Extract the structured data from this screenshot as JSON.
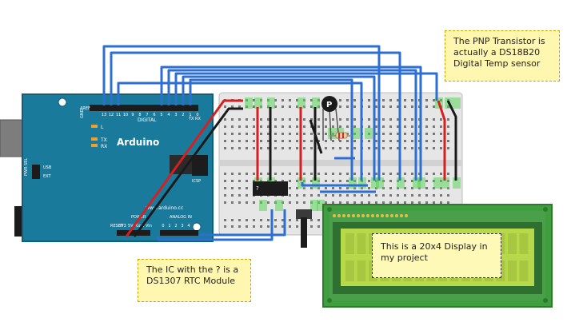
{
  "arduino": {
    "brand": "Arduino",
    "website": "www.arduino.cc",
    "header_labels": {
      "digital": "DIGITAL",
      "aref": "AREF",
      "gnd": "GND",
      "analog_in": "ANALOG IN",
      "power": "POWER",
      "icsp": "ICSP",
      "tx_pin": "TX",
      "rx_pin": "RX",
      "reset": "RESET",
      "v33": "3V3",
      "v5": "5V",
      "gnd_power": "Gnd",
      "vin": "Vin"
    },
    "leds": {
      "l": "L",
      "tx": "TX",
      "rx": "RX"
    },
    "switch_labels": {
      "pwr_sel": "PWR SEL",
      "usb": "USB",
      "ext": "EXT"
    },
    "digital_pins": [
      "13",
      "12",
      "11",
      "10",
      "9",
      "8",
      "7",
      "6",
      "5",
      "4",
      "3",
      "2",
      "1",
      "0"
    ],
    "analog_pins": [
      "0",
      "1",
      "2",
      "3",
      "4",
      "5"
    ]
  },
  "components": {
    "rtc_chip_marking": "?",
    "sensor_marking": "P"
  },
  "notes": {
    "sensor": "The PNP Transistor is actually a DS18B20 Digital Temp sensor",
    "rtc": "The IC with the ? is a DS1307 RTC Module",
    "lcd": "This is a 20x4 Display in my project"
  },
  "colors": {
    "board": "#1a7a9c",
    "wire_blue": "#2d6fd0",
    "wire_red": "#d42020",
    "wire_black": "#1a1a1a",
    "lcd_bezel": "#4aa04a",
    "lcd_screen": "#b7d84a",
    "note_fill": "#fff7b0",
    "breadboard": "#e6e6e6"
  }
}
